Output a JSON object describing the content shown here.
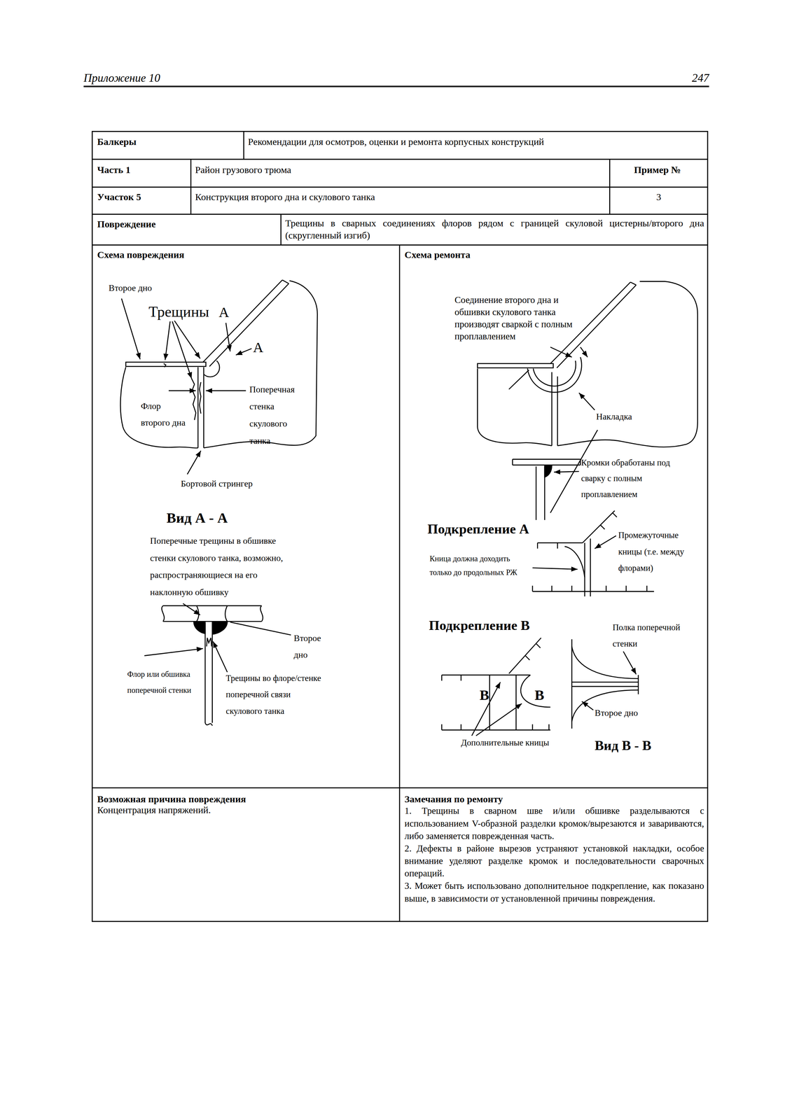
{
  "diagram": {
    "labels": [
      "Приложение 10",
      "247",
      "Балкеры",
      "Рекомендации для осмотров, оценки и ремонта корпусных конструкций",
      "Часть 1",
      "Район грузового трюма",
      "Пример №",
      "Участок 5",
      "Конструкция второго дна и скулового танка",
      "3",
      "Повреждение",
      "Трещины в сварных соединениях флоров рядом с границей скуловой цистерны/второго дна (скругленный изгиб)",
      "Схема повреждения",
      "Схема ремонта",
      "Второе дно",
      "Трещины",
      "A",
      "A",
      "Поперечная стенка скулового танка",
      "Флор второго дна",
      "Бортовой стрингер",
      "Вид А - А",
      "Поперечные трещины в обшивке стенки скулового танка, возможно, распространяющиеся на его наклонную обшивку",
      "Второе дно",
      "Флор или обшивка поперечной стенки",
      "Трещины во флоре/стенке поперечной связи скулового танка",
      "Соединение второго дна и обшивки скулового танка производят сваркой с полным проплавлением",
      "Накладка",
      "Кромки обработаны под сварку с полным проплавлением",
      "Подкрепление А",
      "Промежуточные кницы (т.е. между флорами)",
      "Кница должна доходить только до продольных РЖ",
      "Подкрепление В",
      "Полка поперечной стенки",
      "В",
      "В",
      "Второе дно",
      "Дополнительные кницы",
      "Вид В - В",
      "Возможная причина повреждения",
      "Концентрация напряжений.",
      "Замечания по ремонту",
      "1. Трещины в сварном шве и/или обшивке разделываются с использованием V-образной разделки кромок/вырезаются и завариваются, либо заменяется поврежденная часть.",
      "2. Дефекты в районе вырезов устраняют установкой накладки, особое внимание уделяют разделке кромок и последовательности сварочных операций.",
      "3. Может быть использовано дополнительное подкрепление, как показано выше, в зависимости от установленной причины повреждения."
    ]
  }
}
